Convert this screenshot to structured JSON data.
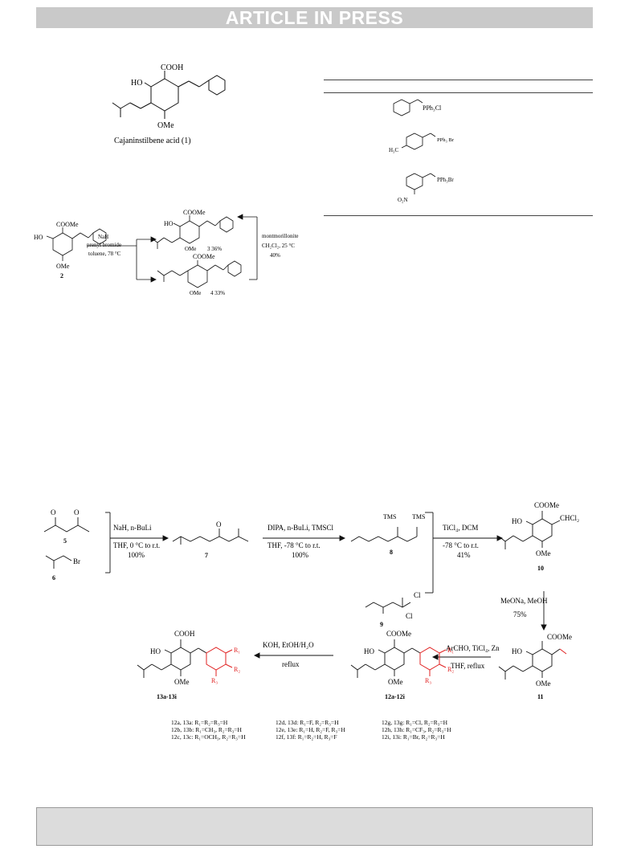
{
  "banner": "ARTICLE IN PRESS",
  "fig1": {
    "cooh": "COOH",
    "ho": "HO",
    "ome": "OMe",
    "caption": "Cajaninstilbene acid (1)"
  },
  "table": {
    "r1": "PPh₃Cl",
    "r2": "PPh₃ Br",
    "r2sub": "H₃C",
    "r3": "PPh₃Br",
    "r3sub": "O₂N"
  },
  "scheme1": {
    "coome": "COOMe",
    "ho": "HO",
    "ome": "OMe",
    "cpd2": "2",
    "reagent1": "NaH",
    "reagent2": "prenyl bromide",
    "cond1": "toluene, 78 °C",
    "cpd3": "3  36%",
    "cpd4": "4  33%",
    "rr1": "montmorillonite",
    "rr2": "CH₂Cl₂, 25 °C",
    "rr3": "40%"
  },
  "scheme2": {
    "cpd5": "5",
    "cpd6": "6",
    "br": "Br",
    "o": "O",
    "step1a": "NaH, n-BuLi",
    "step1b": "THF, 0 °C to r.t.",
    "step1c": "100%",
    "cpd7": "7",
    "step2a": "DIPA, n-BuLi, TMSCl",
    "step2b": "THF,  -78 °C to r.t.",
    "step2c": "100%",
    "tms": "TMS",
    "cpd8": "8",
    "cpd9": "9",
    "cl": "Cl",
    "step3a": "TiCl₄, DCM",
    "step3b": "-78 °C to r.t.",
    "step3c": "41%",
    "coome": "COOMe",
    "ho": "HO",
    "chcl2": "CHCl₂",
    "ome": "OMe",
    "cpd10": "10",
    "step4a": "MeONa, MeOH",
    "step4b": "75%",
    "cpd11": "11",
    "step5a": "ArCHO, TiCl₄, Zn",
    "step5b": "THF, reflux",
    "cpd12": "12a-12i",
    "step6a": "KOH, EtOH/H₂O",
    "step6b": "reflux",
    "cooh": "COOH",
    "cpd13": "13a-13i",
    "r1": "R₁",
    "r2": "R₂",
    "r3": "R₃"
  },
  "legend": [
    "12a, 13a: R₁=R₂=R₃=H",
    "12b, 13b: R₁=CH₃, R₂=R₃=H",
    "12c, 13c: R₁=OCH₃, R₂=R₃=H",
    "12d, 13d: R₁=F, R₂=R₃=H",
    "12e, 13e: R₁=H, R₂=F, R₃=H",
    "12f, 13f: R₁=R₂=H, R₃=F",
    "12g, 13g: R₁=Cl, R₂=R₃=H",
    "12h, 13h: R₁=CF₃, R₂=R₃=H",
    "12i, 13i: R₁=Br, R₂=R₃=H"
  ],
  "colors": {
    "accent": "#e02020",
    "banner": "#c9c9c9",
    "footer": "#dcdcdc"
  }
}
